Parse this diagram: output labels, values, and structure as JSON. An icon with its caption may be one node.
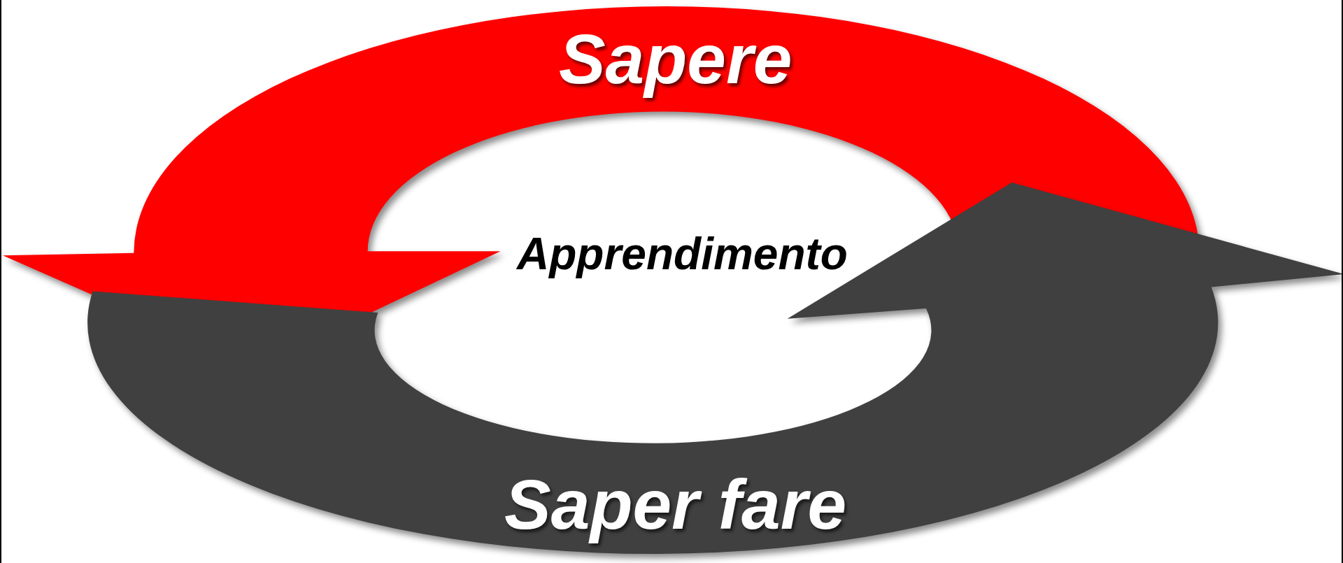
{
  "diagram": {
    "nodes": [
      {
        "text": [
          "Sapere"
        ]
      },
      {
        "text": [
          "Saper fare"
        ]
      }
    ],
    "labels": [
      "Apprendimento"
    ]
  }
}
